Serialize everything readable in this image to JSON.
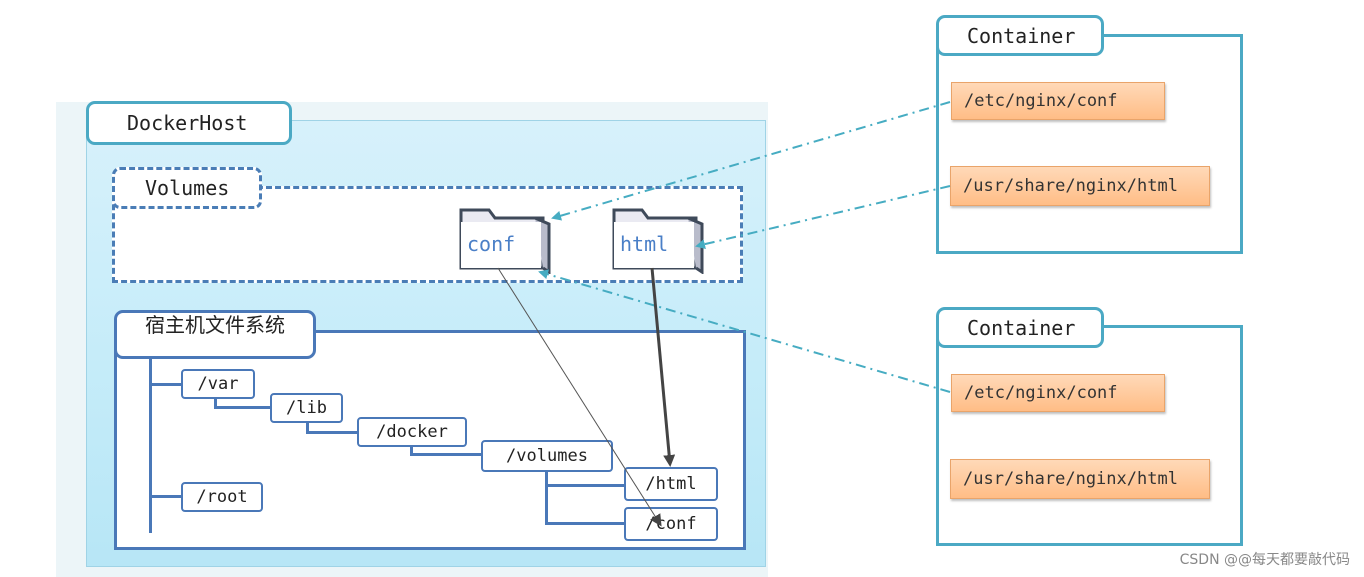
{
  "host": {
    "title": "DockerHost"
  },
  "volumes": {
    "title": "Volumes",
    "folders": [
      {
        "name": "conf",
        "icon": "folder-icon"
      },
      {
        "name": "html",
        "icon": "folder-icon"
      }
    ]
  },
  "filesystem": {
    "title": "宿主机文件系统",
    "nodes": {
      "var": "/var",
      "lib": "/lib",
      "docker": "/docker",
      "volumes": "/volumes",
      "html": "/html",
      "conf": "/conf",
      "root": "/root"
    }
  },
  "containers": [
    {
      "title": "Container",
      "paths": [
        "/etc/nginx/conf",
        "/usr/share/nginx/html"
      ]
    },
    {
      "title": "Container",
      "paths": [
        "/etc/nginx/conf",
        "/usr/share/nginx/html"
      ]
    }
  ],
  "colors": {
    "host_accent": "#4ba9c4",
    "volume_border": "#4a7db6",
    "path_fill": "#ffbd86",
    "mount_line": "#46acc2"
  },
  "watermark": "CSDN @@每天都要敲代码"
}
